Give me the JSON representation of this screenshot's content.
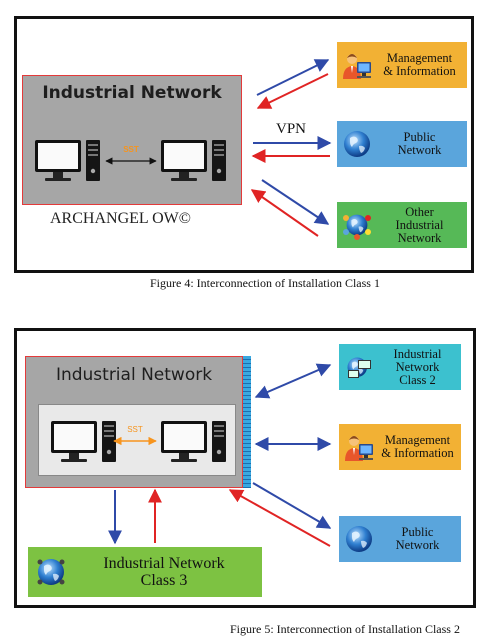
{
  "colors": {
    "arrow_blue": "#2f4aa8",
    "arrow_red": "#e02424",
    "network_gray": "#a6a6a6",
    "mgmt_orange": "#f2b134",
    "public_blue": "#5aa5dc",
    "other_green": "#56b957",
    "class2_teal": "#3cc1cf",
    "class3_green": "#7dc242",
    "sst_orange": "#f7941d"
  },
  "figure4": {
    "network_title": "Industrial Network",
    "sst_label": "SST",
    "vpn_label": "VPN",
    "brand": "ARCHANGEL OW©",
    "nodes": [
      {
        "lines": [
          "Management",
          "& Information"
        ],
        "icon": "manager-at-computer-icon"
      },
      {
        "lines": [
          "Public",
          "Network"
        ],
        "icon": "globe-icon"
      },
      {
        "lines": [
          "Other",
          "Industrial",
          "Network"
        ],
        "icon": "people-around-globe-icon"
      }
    ],
    "caption": "Figure 4:  Interconnection of Installation Class 1"
  },
  "figure5": {
    "network_title": "Industrial Network",
    "sst_label": "SST",
    "nodes": [
      {
        "lines": [
          "Industrial",
          "Network",
          "Class 2"
        ],
        "icon": "network-computers-icon"
      },
      {
        "lines": [
          "Management",
          "& Information"
        ],
        "icon": "manager-at-computer-icon"
      },
      {
        "lines": [
          "Public",
          "Network"
        ],
        "icon": "globe-icon"
      }
    ],
    "class3": {
      "lines": [
        "Industrial Network",
        "Class 3"
      ],
      "icon": "globe-network-icon"
    },
    "caption": "Figure 5: Interconnection of Installation Class 2"
  }
}
